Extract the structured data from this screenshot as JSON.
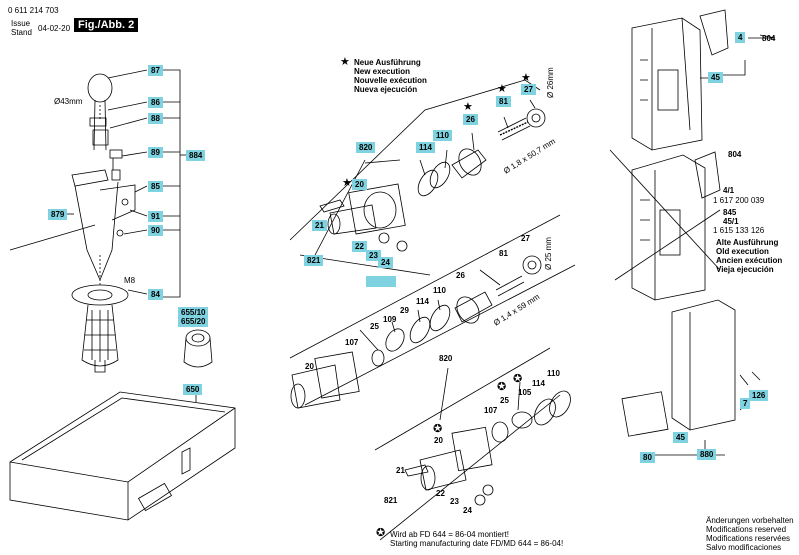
{
  "header": {
    "doc_number": "0 611 214 703",
    "issue_label": "Issue",
    "stand_label": "Stand",
    "issue_date": "04-02-20",
    "figure_label": "Fig./Abb. 2"
  },
  "legend_new": {
    "de": "Neue Ausführung",
    "en": "New execution",
    "fr": "Nouvelle exécution",
    "es": "Nueva ejecución"
  },
  "legend_old": {
    "de": "Alte Ausführung",
    "en": "Old execution",
    "fr": "Ancien exécution",
    "es": "Vieja ejecución"
  },
  "dims": {
    "d43": "Ø43mm",
    "m8": "M8",
    "d26": "Ø 26mm",
    "d25": "Ø 25 mm",
    "spring_new": "Ø 1,8 x 50,7 mm",
    "spring_old": "Ø 1,4 x 59 mm"
  },
  "part_refs": {
    "p41_label": "4/1",
    "p41_number": "1 617 200 039",
    "p845_label": "845",
    "p451_label": "45/1",
    "p451_number": "1 615 133 126"
  },
  "footnote": {
    "de": "Wird ab FD 644 = 86-04 montiert!",
    "en": "Starting manufacturing date FD/MD 644 = 86-04!"
  },
  "changes": {
    "de": "Änderungen vorbehalten",
    "en": "Modifications reserved",
    "fr": "Modifications reservées",
    "es": "Salvo modificaciones"
  },
  "badges": {
    "b87": "87",
    "b86": "86",
    "b88": "88",
    "b89": "89",
    "b884": "884",
    "b85": "85",
    "b879": "879",
    "b91": "91",
    "b90": "90",
    "b84": "84",
    "b65510": "655/10",
    "b65520": "655/20",
    "b650": "650",
    "b820": "820",
    "b110": "110",
    "b114": "114",
    "b26": "26",
    "b81": "81",
    "b27": "27",
    "b20": "20",
    "b21": "21",
    "b22": "22",
    "b821": "821",
    "b23": "23",
    "b24": "24",
    "b4": "4",
    "b45": "45",
    "b7": "7",
    "b126": "126",
    "b80": "80",
    "b880": "880"
  },
  "plain_labels": {
    "l804a": "804",
    "l804b": "804",
    "l27": "27",
    "l81": "81",
    "l26": "26",
    "l110": "110",
    "l114": "114",
    "l29": "29",
    "l109": "109",
    "l25": "25",
    "l107": "107",
    "l20a": "20",
    "l820": "820",
    "l105": "105",
    "l25b": "25",
    "l114b": "114",
    "l110b": "110",
    "l107b": "107",
    "l20b": "20",
    "l21": "21",
    "l821": "821",
    "l22": "22",
    "l23": "23",
    "l24": "24"
  }
}
